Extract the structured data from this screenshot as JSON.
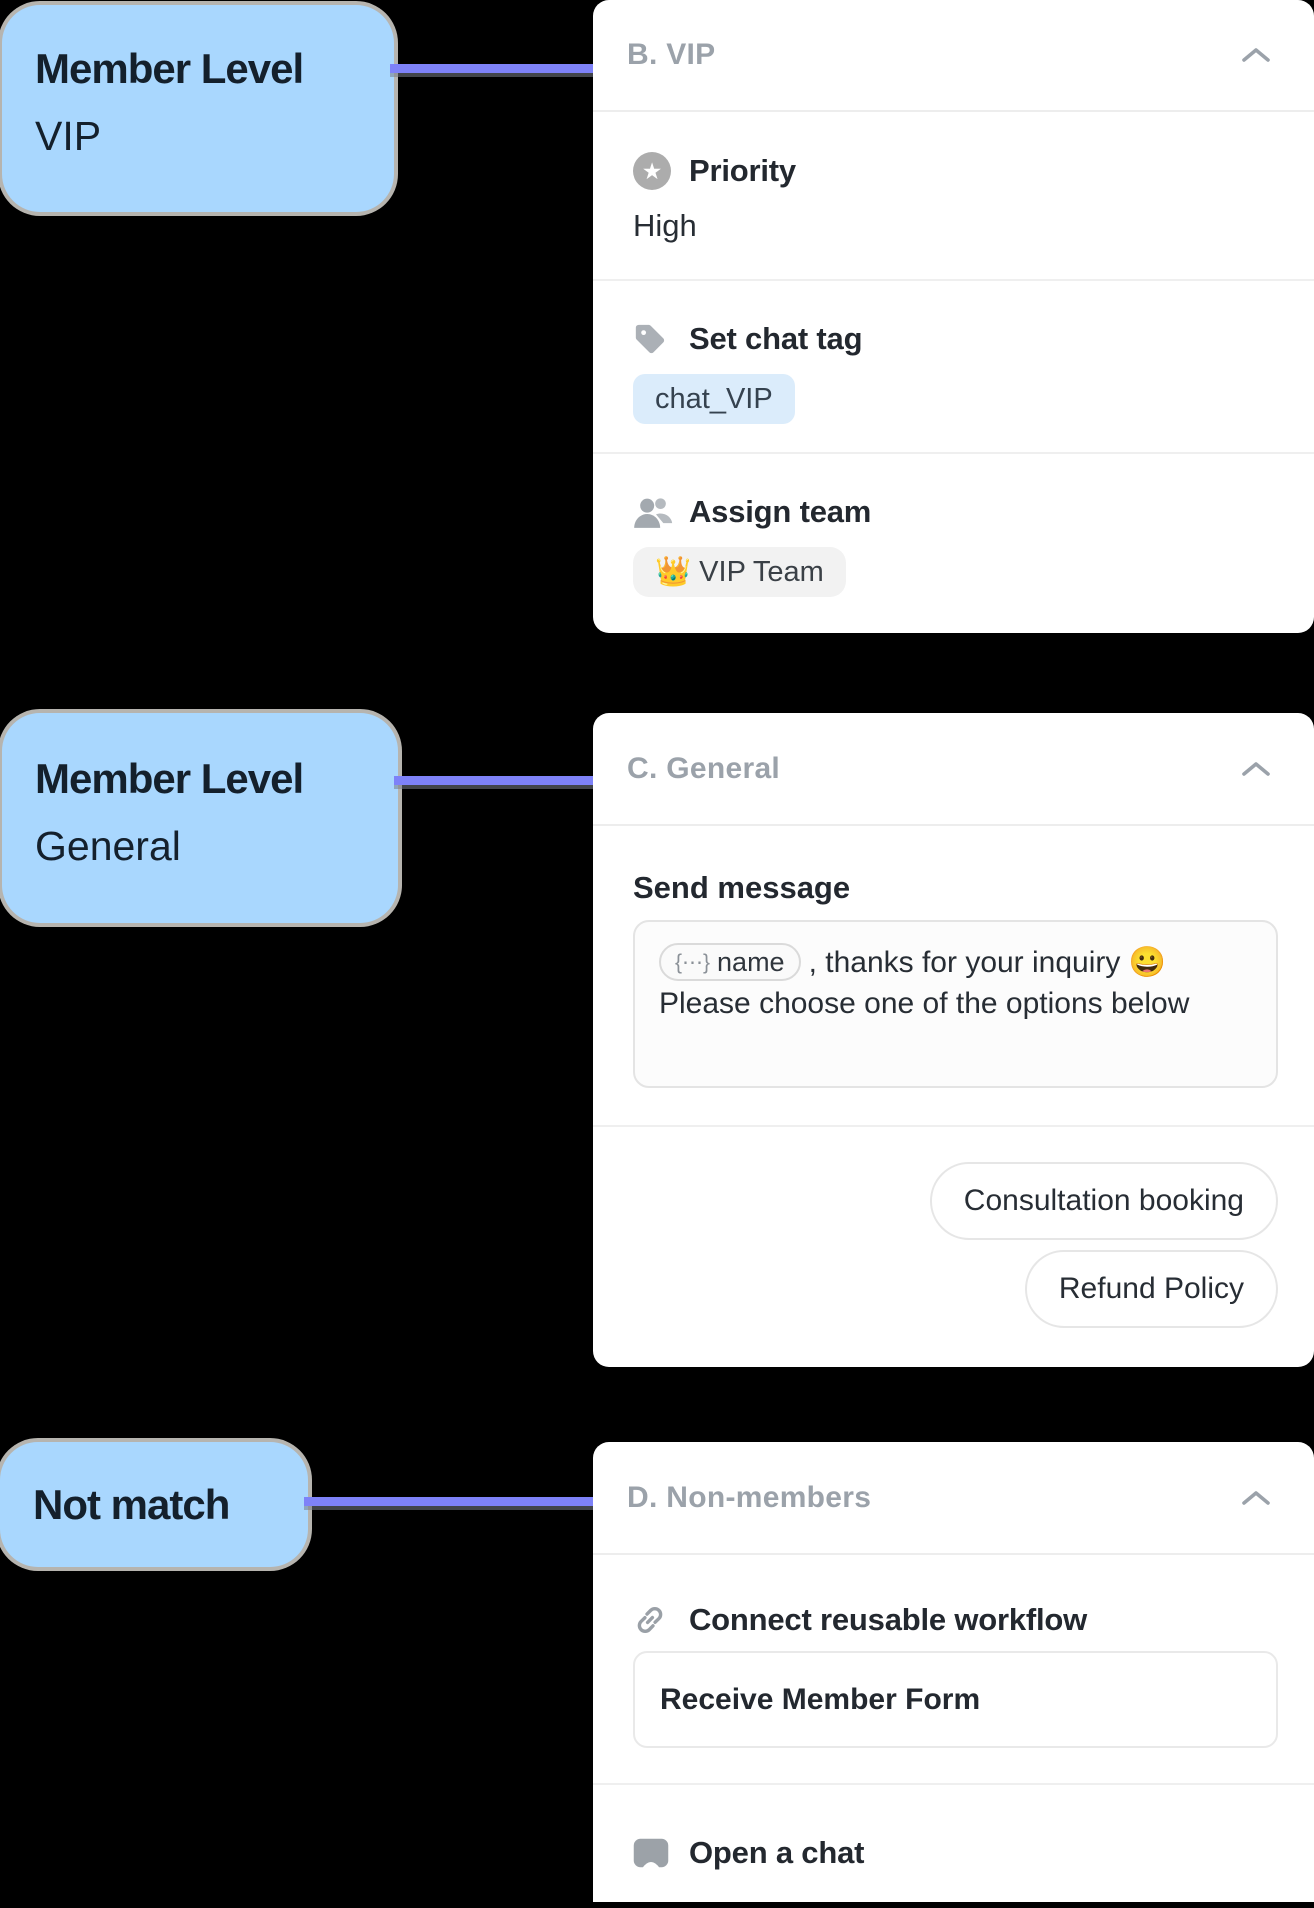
{
  "colors": {
    "background": "#000000",
    "note_blue": "#A9D7FE",
    "connector_purple": "#7E82F8",
    "card_white": "#FFFFFF",
    "header_gray": "#9BA2AA",
    "text_dark": "#23282F",
    "tag_blue_bg": "#DBECFB",
    "tag_gray_bg": "#F2F2F2"
  },
  "icons": {
    "star": "★",
    "variable": "{⋯}"
  },
  "notes": [
    {
      "title": "Member Level",
      "subtitle": "VIP"
    },
    {
      "title": "Member Level",
      "subtitle": "General"
    },
    {
      "title": "Not match"
    }
  ],
  "cards": [
    {
      "header": "B. VIP",
      "sections": [
        {
          "label": "Priority",
          "value": "High"
        },
        {
          "label": "Set chat tag",
          "tag": "chat_VIP"
        },
        {
          "label": "Assign team",
          "tag": "👑 VIP Team"
        }
      ]
    },
    {
      "header": "C. General",
      "title": "Send message",
      "message": {
        "chip": "name",
        "line1": ", thanks for your inquiry 😀",
        "line2": "Please choose one of the options below"
      },
      "quick_replies": [
        "Consultation booking",
        "Refund Policy"
      ]
    },
    {
      "header": "D. Non-members",
      "connect_label": "Connect reusable workflow",
      "workflow_name": "Receive Member Form",
      "open_chat_label": "Open a chat"
    }
  ]
}
